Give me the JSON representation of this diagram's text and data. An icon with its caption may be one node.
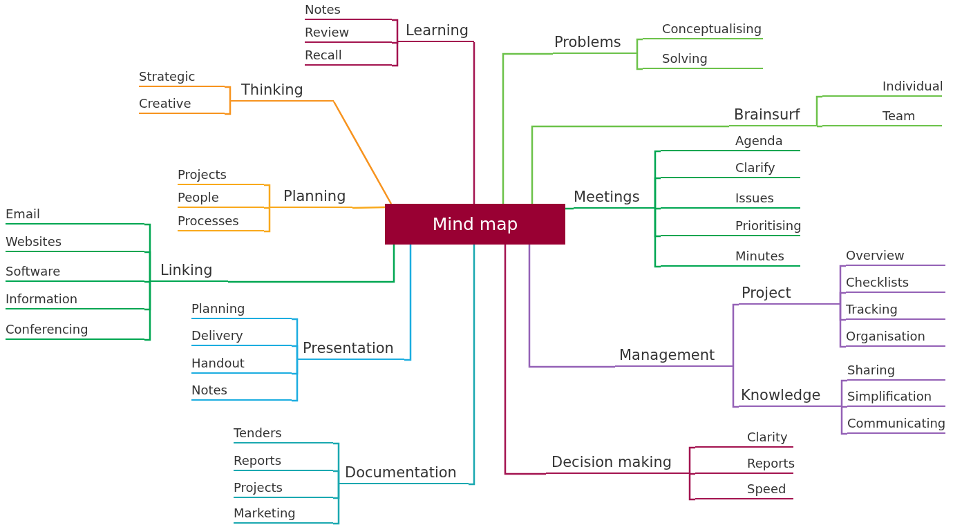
{
  "diagram": {
    "nodes": [
      {
        "text": [
          "Mind map"
        ]
      },
      {
        "text": [
          "Learning"
        ]
      },
      {
        "text": [
          "Notes"
        ]
      },
      {
        "text": [
          "Review"
        ]
      },
      {
        "text": [
          "Recall"
        ]
      },
      {
        "text": [
          "Thinking"
        ]
      },
      {
        "text": [
          "Strategic"
        ]
      },
      {
        "text": [
          "Creative"
        ]
      },
      {
        "text": [
          "Planning"
        ]
      },
      {
        "text": [
          "Projects"
        ]
      },
      {
        "text": [
          "People"
        ]
      },
      {
        "text": [
          "Processes"
        ]
      },
      {
        "text": [
          "Linking"
        ]
      },
      {
        "text": [
          "Email"
        ]
      },
      {
        "text": [
          "Websites"
        ]
      },
      {
        "text": [
          "Software"
        ]
      },
      {
        "text": [
          "Information"
        ]
      },
      {
        "text": [
          "Conferencing"
        ]
      },
      {
        "text": [
          "Presentation"
        ]
      },
      {
        "text": [
          "Planning"
        ]
      },
      {
        "text": [
          "Delivery"
        ]
      },
      {
        "text": [
          "Handout"
        ]
      },
      {
        "text": [
          "Notes"
        ]
      },
      {
        "text": [
          "Documentation"
        ]
      },
      {
        "text": [
          "Tenders"
        ]
      },
      {
        "text": [
          "Reports"
        ]
      },
      {
        "text": [
          "Projects"
        ]
      },
      {
        "text": [
          "Marketing"
        ]
      },
      {
        "text": [
          "Problems"
        ]
      },
      {
        "text": [
          "Conceptualising"
        ]
      },
      {
        "text": [
          "Solving"
        ]
      },
      {
        "text": [
          "Brainsurf"
        ]
      },
      {
        "text": [
          "Individual"
        ]
      },
      {
        "text": [
          "Team"
        ]
      },
      {
        "text": [
          "Meetings"
        ]
      },
      {
        "text": [
          "Agenda"
        ]
      },
      {
        "text": [
          "Clarify"
        ]
      },
      {
        "text": [
          "Issues"
        ]
      },
      {
        "text": [
          "Prioritising"
        ]
      },
      {
        "text": [
          "Minutes"
        ]
      },
      {
        "text": [
          "Management"
        ]
      },
      {
        "text": [
          "Project"
        ]
      },
      {
        "text": [
          "Overview"
        ]
      },
      {
        "text": [
          "Checklists"
        ]
      },
      {
        "text": [
          "Tracking"
        ]
      },
      {
        "text": [
          "Organisation"
        ]
      },
      {
        "text": [
          "Knowledge"
        ]
      },
      {
        "text": [
          "Sharing"
        ]
      },
      {
        "text": [
          "Simplification"
        ]
      },
      {
        "text": [
          "Communicating"
        ]
      },
      {
        "text": [
          "Decision making"
        ]
      },
      {
        "text": [
          "Clarity"
        ]
      },
      {
        "text": [
          "Reports"
        ]
      },
      {
        "text": [
          "Speed"
        ]
      }
    ],
    "edges": [
      {
        "from": 0,
        "to": 1,
        "arrow": "none",
        "color": "#a3134f"
      },
      {
        "from": 1,
        "to": 2,
        "arrow": "none",
        "color": "#a3134f"
      },
      {
        "from": 1,
        "to": 3,
        "arrow": "none",
        "color": "#a3134f"
      },
      {
        "from": 1,
        "to": 4,
        "arrow": "none",
        "color": "#a3134f"
      },
      {
        "from": 0,
        "to": 5,
        "arrow": "none",
        "color": "#f7931e"
      },
      {
        "from": 5,
        "to": 6,
        "arrow": "none",
        "color": "#f7931e"
      },
      {
        "from": 5,
        "to": 7,
        "arrow": "none",
        "color": "#f7931e"
      },
      {
        "from": 0,
        "to": 8,
        "arrow": "none",
        "color": "#f9a91c"
      },
      {
        "from": 8,
        "to": 9,
        "arrow": "none",
        "color": "#f9a91c"
      },
      {
        "from": 8,
        "to": 10,
        "arrow": "none",
        "color": "#f9a91c"
      },
      {
        "from": 8,
        "to": 11,
        "arrow": "none",
        "color": "#f9a91c"
      },
      {
        "from": 0,
        "to": 12,
        "arrow": "none"
      },
      {
        "from": 12,
        "to": 13,
        "arrow": "none"
      },
      {
        "from": 12,
        "to": 14,
        "arrow": "none"
      },
      {
        "from": 12,
        "to": 15,
        "arrow": "none"
      },
      {
        "from": 12,
        "to": 16,
        "arrow": "none"
      },
      {
        "from": 12,
        "to": 17,
        "arrow": "none"
      },
      {
        "from": 0,
        "to": 18,
        "arrow": "none",
        "color": "#1cade0"
      },
      {
        "from": 18,
        "to": 19,
        "arrow": "none",
        "color": "#1cade0"
      },
      {
        "from": 18,
        "to": 20,
        "arrow": "none",
        "color": "#1cade0"
      },
      {
        "from": 18,
        "to": 21,
        "arrow": "none",
        "color": "#1cade0"
      },
      {
        "from": 18,
        "to": 22,
        "arrow": "none",
        "color": "#1cade0"
      },
      {
        "from": 0,
        "to": 23,
        "arrow": "none",
        "color": "#1aa8b0"
      },
      {
        "from": 23,
        "to": 24,
        "arrow": "none",
        "color": "#1aa8b0"
      },
      {
        "from": 23,
        "to": 25,
        "arrow": "none",
        "color": "#1aa8b0"
      },
      {
        "from": 23,
        "to": 26,
        "arrow": "none",
        "color": "#1aa8b0"
      },
      {
        "from": 23,
        "to": 27,
        "arrow": "none",
        "color": "#1aa8b0"
      },
      {
        "from": 0,
        "to": 28,
        "arrow": "none",
        "color": "#6cc24a"
      },
      {
        "from": 28,
        "to": 29,
        "arrow": "none",
        "color": "#6cc24a"
      },
      {
        "from": 28,
        "to": 30,
        "arrow": "none",
        "color": "#6cc24a"
      },
      {
        "from": 0,
        "to": 31,
        "arrow": "none",
        "color": "#6cc24a"
      },
      {
        "from": 31,
        "to": 32,
        "arrow": "none",
        "color": "#6cc24a"
      },
      {
        "from": 31,
        "to": 33,
        "arrow": "none",
        "color": "#6cc24a"
      },
      {
        "from": 0,
        "to": 34,
        "arrow": "none"
      },
      {
        "from": 34,
        "to": 35,
        "arrow": "none"
      },
      {
        "from": 34,
        "to": 36,
        "arrow": "none"
      },
      {
        "from": 34,
        "to": 37,
        "arrow": "none"
      },
      {
        "from": 34,
        "to": 38,
        "arrow": "none"
      },
      {
        "from": 34,
        "to": 39,
        "arrow": "none"
      },
      {
        "from": 0,
        "to": 40,
        "arrow": "none",
        "color": "#9461b6"
      },
      {
        "from": 40,
        "to": 41,
        "arrow": "none",
        "color": "#9461b6"
      },
      {
        "from": 41,
        "to": 42,
        "arrow": "none",
        "color": "#9461b6"
      },
      {
        "from": 41,
        "to": 43,
        "arrow": "none",
        "color": "#9461b6"
      },
      {
        "from": 41,
        "to": 44,
        "arrow": "none",
        "color": "#9461b6"
      },
      {
        "from": 41,
        "to": 45,
        "arrow": "none",
        "color": "#9461b6"
      },
      {
        "from": 40,
        "to": 46,
        "arrow": "none",
        "color": "#9461b6"
      },
      {
        "from": 46,
        "to": 47,
        "arrow": "none",
        "color": "#9461b6"
      },
      {
        "from": 46,
        "to": 48,
        "arrow": "none",
        "color": "#9461b6"
      },
      {
        "from": 46,
        "to": 49,
        "arrow": "none",
        "color": "#9461b6"
      },
      {
        "from": 0,
        "to": 50,
        "arrow": "none",
        "color": "#a3134f"
      },
      {
        "from": 50,
        "to": 51,
        "arrow": "none",
        "color": "#a3134f"
      },
      {
        "from": 50,
        "to": 52,
        "arrow": "none",
        "color": "#a3134f"
      },
      {
        "from": 50,
        "to": 53,
        "arrow": "none",
        "color": "#a3134f"
      }
    ]
  }
}
